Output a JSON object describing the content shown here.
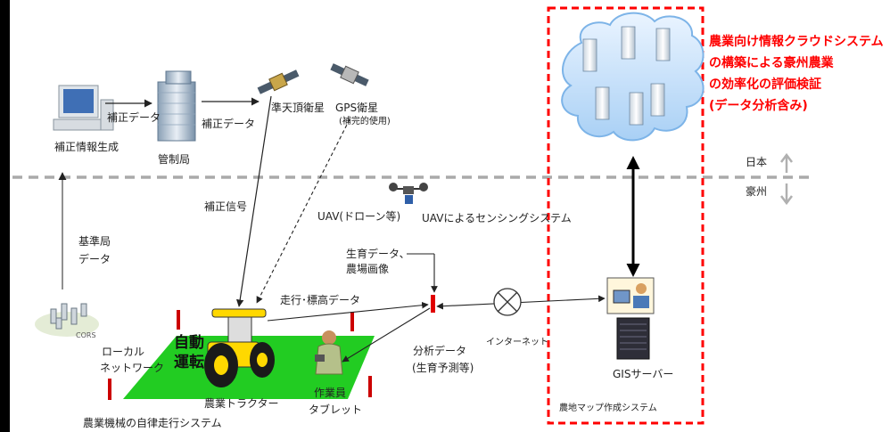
{
  "labels": {
    "hosei_gen": "補正情報生成",
    "hosei_data_1": "補正データ",
    "hosei_data_2": "補正データ",
    "kanseikyoku": "管制局",
    "juntencho": "準天頂衛星",
    "gps": "GPS衛星",
    "gps_sub": "(補完的使用)",
    "hosei_shingo": "補正信号",
    "kijunkyoku_1": "基準局",
    "kijunkyoku_2": "データ",
    "cors": "CORS",
    "local_1": "ローカル",
    "local_2": "ネットワーク",
    "jidou_1": "自動",
    "jidou_2": "運転",
    "tractor": "農業トラクター",
    "worker_1": "作業員",
    "worker_2": "タブレット",
    "autonomous": "農業機械の自律走行システム",
    "soukou": "走行･標高データ",
    "uav": "UAV(ドローン等)",
    "uav_sensing": "UAVによるセンシングシステム",
    "seiiku_1": "生育データ、",
    "seiiku_2": "農場画像",
    "bunseki_1": "分析データ",
    "bunseki_2": "(生育予測等)",
    "internet": "インターネット",
    "gis": "GISサーバー",
    "map_system": "農地マップ作成システム",
    "japan": "日本",
    "australia": "豪州",
    "cloud_title_1": "農業向け情報クラウドシステム",
    "cloud_title_2": "の構築による豪州農業",
    "cloud_title_3": "の効率化の評価検証",
    "cloud_title_4": "(データ分析含み)"
  },
  "colors": {
    "accent_red": "#ff0000",
    "field_green": "#22cc22",
    "divider_gray": "#aaaaaa",
    "tractor_yellow": "#ffd800"
  }
}
